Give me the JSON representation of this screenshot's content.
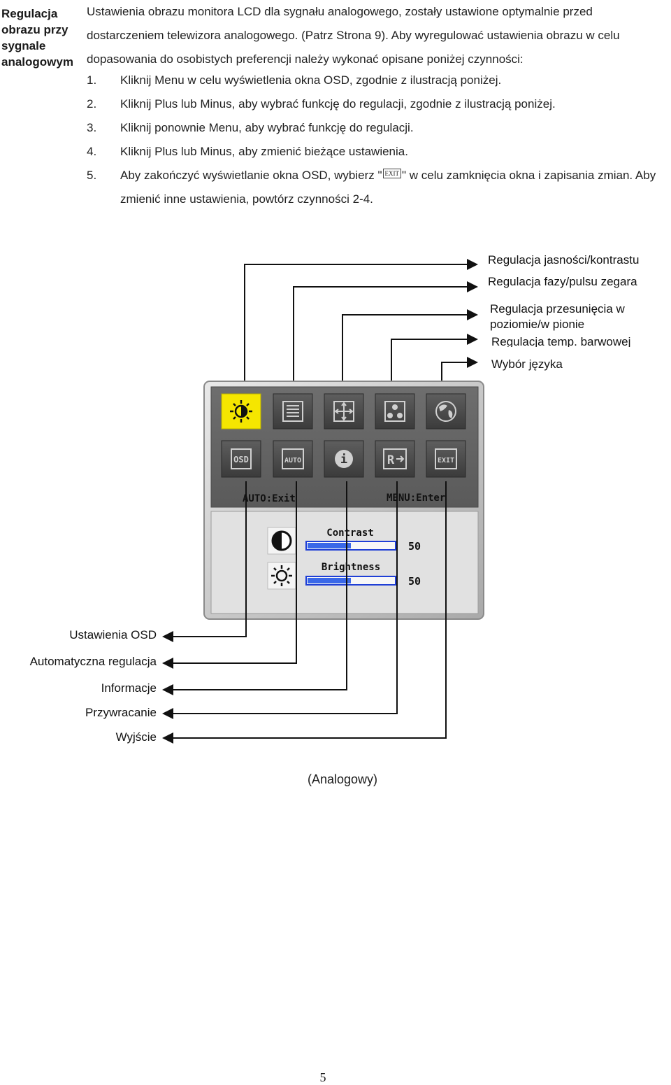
{
  "heading": "Regulacja obrazu przy sygnale analogowym",
  "intro": "Ustawienia obrazu monitora LCD dla sygnału analogowego, zostały ustawione optymalnie przed dostarczeniem telewizora analogowego. (Patrz Strona 9). Aby wyregulować ustawienia obrazu w celu dopasowania do osobistych preferencji należy wykonać opisane poniżej czynności:",
  "steps": [
    {
      "num": "1.",
      "text": "Kliknij Menu w celu wyświetlenia okna OSD, zgodnie z ilustracją poniżej."
    },
    {
      "num": "2.",
      "text": "Kliknij Plus lub Minus, aby wybrać funkcję do regulacji, zgodnie z ilustracją poniżej."
    },
    {
      "num": "3.",
      "text": "Kliknij ponownie Menu, aby wybrać funkcję do regulacji."
    },
    {
      "num": "4.",
      "text": "Kliknij Plus lub Minus, aby zmienić bieżące ustawienia."
    },
    {
      "num": "5.",
      "text_before": "Aby zakończyć wyświetlanie okna OSD, wybierz \"",
      "exit_icon": "EXIT",
      "text_after": "\" w celu zamknięcia okna i zapisania zmian. Aby zmienić inne ustawienia, powtórz czynności 2-4."
    }
  ],
  "callouts_top": [
    "Regulacja jasności/kontrastu",
    "Regulacja fazy/pulsu zegara",
    "Regulacja przesunięcia w poziomie/w pionie",
    "Regulacja temp. barwowej",
    "Wybór języka"
  ],
  "callouts_bottom": [
    "Ustawienia OSD",
    "Automatyczna regulacja",
    "Informacje",
    "Przywracanie",
    "Wyjście"
  ],
  "osd": {
    "top_icons": [
      "brightness-icon",
      "clock-phase-icon",
      "position-icon",
      "color-temp-icon",
      "language-icon"
    ],
    "bottom_icons": [
      "OSD",
      "AUTO",
      "i",
      "R",
      "EXIT"
    ],
    "hint_left": "AUTO:Exit",
    "hint_right": "MENU:Enter",
    "selected_color": "#f5e600",
    "sliders": [
      {
        "label": "Contrast",
        "value": "50",
        "level": 0.5,
        "icon": "contrast-icon"
      },
      {
        "label": "Brightness",
        "value": "50",
        "level": 0.5,
        "icon": "brightness-icon"
      }
    ]
  },
  "caption": "(Analogowy)",
  "page_number": "5"
}
